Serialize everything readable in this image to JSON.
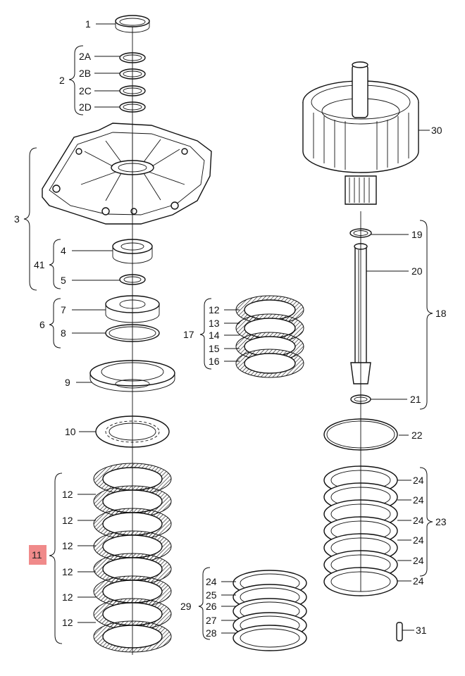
{
  "parts": {
    "p1": "1",
    "p2": "2",
    "p2A": "2A",
    "p2B": "2B",
    "p2C": "2C",
    "p2D": "2D",
    "p3": "3",
    "p4": "4",
    "p5": "5",
    "p41": "41",
    "p6": "6",
    "p7": "7",
    "p8": "8",
    "p9": "9",
    "p10": "10",
    "p11": "11",
    "p12": "12",
    "p13": "13",
    "p14": "14",
    "p15": "15",
    "p16": "16",
    "p17": "17",
    "p18": "18",
    "p19": "19",
    "p20": "20",
    "p21": "21",
    "p22": "22",
    "p23": "23",
    "p24": "24",
    "p25": "25",
    "p26": "26",
    "p27": "27",
    "p28": "28",
    "p29": "29",
    "p30": "30",
    "p31": "31"
  },
  "highlight": {
    "part": "11",
    "color": "#f08a8a"
  }
}
